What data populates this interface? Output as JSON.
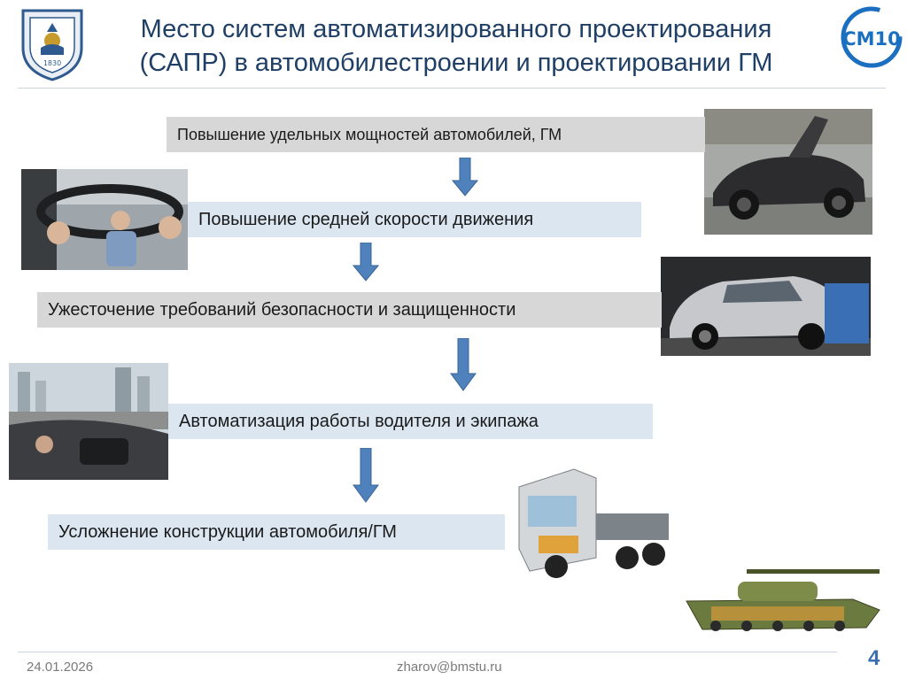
{
  "header": {
    "title_line1": "Место систем автоматизированного проектирования",
    "title_line2": "(САПР) в автомобилестроении и проектировании ГМ",
    "university_emblem_text": "1830",
    "logo_text": "СМ10"
  },
  "steps": [
    {
      "label": "Повышение удельных мощностей автомобилей, ГМ"
    },
    {
      "label": "Повышение средней скорости движения"
    },
    {
      "label": "Ужесточение требований безопасности и защищенности"
    },
    {
      "label": "Автоматизация работы водителя и экипажа"
    },
    {
      "label": "Усложнение конструкции автомобиля/ГМ"
    }
  ],
  "footer": {
    "date": "24.01.2026",
    "email": "zharov@bmstu.ru",
    "page_number": "4"
  },
  "colors": {
    "title": "#1f3f66",
    "arrow": "#4f81bd",
    "box_gray": "#d7d7d7",
    "box_blue": "#dce6f1",
    "page_number": "#3b6fb0"
  }
}
